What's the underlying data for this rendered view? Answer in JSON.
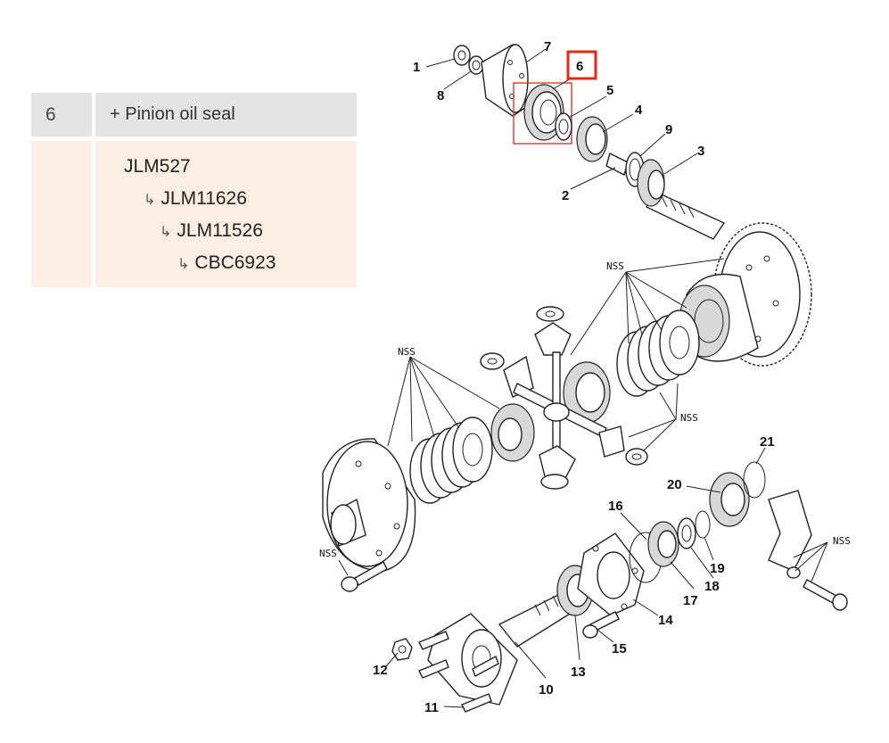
{
  "table": {
    "item_number": "6",
    "title": "+ Pinion oil seal",
    "codes": [
      {
        "text": "JLM527",
        "level": 0
      },
      {
        "text": "JLM11626",
        "level": 1
      },
      {
        "text": "JLM11526",
        "level": 2
      },
      {
        "text": "CBC6923",
        "level": 3
      }
    ],
    "arrow_glyph": "↳"
  },
  "diagram": {
    "highlighted_callout": "6",
    "highlight_color": "#e02a1a",
    "callouts": {
      "c1": "1",
      "c2": "2",
      "c3": "3",
      "c4": "4",
      "c5": "5",
      "c6": "6",
      "c7": "7",
      "c8": "8",
      "c9": "9",
      "c10": "10",
      "c11": "11",
      "c12": "12",
      "c13": "13",
      "c14": "14",
      "c15": "15",
      "c16": "16",
      "c17": "17",
      "c18": "18",
      "c19": "19",
      "c20": "20",
      "c21": "21"
    },
    "nss_label": "NSS"
  }
}
